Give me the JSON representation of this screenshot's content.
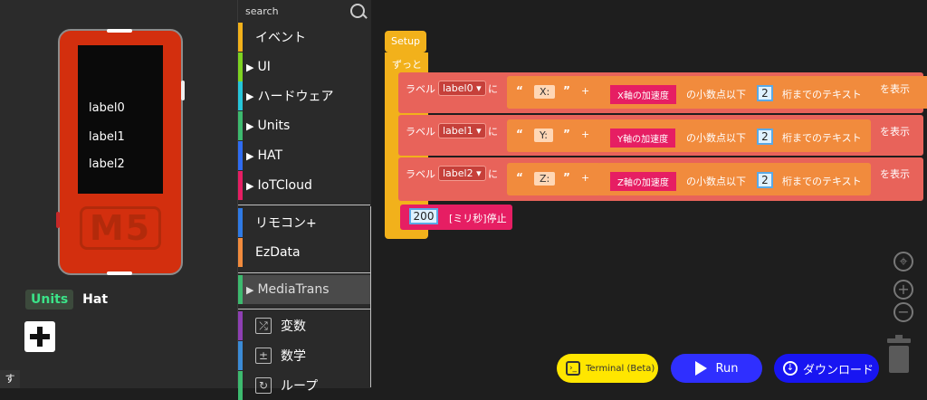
{
  "device": {
    "labels": [
      "label0",
      "label1",
      "label2"
    ],
    "logo_text": "M5"
  },
  "tabs": {
    "units": "Units",
    "hat": "Hat"
  },
  "bottom_left_tip": "す",
  "toolbox": {
    "search_placeholder": "search",
    "categories": [
      {
        "label": "イベント",
        "color": "#f2b11b",
        "arrow": ""
      },
      {
        "label": "UI",
        "color": "#7ed321",
        "arrow": "▶"
      },
      {
        "label": "ハードウェア",
        "color": "#26c6da",
        "arrow": "▶"
      },
      {
        "label": "Units",
        "color": "#3dba6f",
        "arrow": "▶"
      },
      {
        "label": "HAT",
        "color": "#2f6cf2",
        "arrow": "▶"
      },
      {
        "label": "IoTCloud",
        "color": "#e61e63",
        "arrow": "▶"
      },
      {
        "label": "リモコン+",
        "color": "#2f7ae5",
        "arrow": ""
      },
      {
        "label": "EzData",
        "color": "#f18b3d",
        "arrow": ""
      },
      {
        "label": "MediaTrans",
        "color": "#3dba6f",
        "arrow": "▶"
      },
      {
        "label": "変数",
        "color": "#8e3fb3",
        "arrow": ""
      },
      {
        "label": "数学",
        "color": "#3b8bd6",
        "arrow": ""
      },
      {
        "label": "ループ",
        "color": "#3dba6f",
        "arrow": ""
      }
    ]
  },
  "workspace": {
    "setup": "Setup",
    "forever": "ずっと",
    "rows": [
      {
        "prefix": "ラベル",
        "label": "label0",
        "ni": "に",
        "str": "X:",
        "accel": "X軸の加速度",
        "decimal_text": "の小数点以下",
        "num": "2",
        "suffix": "桁までのテキスト",
        "show": "を表示"
      },
      {
        "prefix": "ラベル",
        "label": "label1",
        "ni": "に",
        "str": "Y:",
        "accel": "Y軸の加速度",
        "decimal_text": "の小数点以下",
        "num": "2",
        "suffix": "桁までのテキスト",
        "show": "を表示"
      },
      {
        "prefix": "ラベル",
        "label": "label2",
        "ni": "に",
        "str": "Z:",
        "accel": "Z軸の加速度",
        "decimal_text": "の小数点以下",
        "num": "2",
        "suffix": "桁までのテキスト",
        "show": "を表示"
      }
    ],
    "plus": "+",
    "quote_open": "“",
    "quote_close": "”",
    "wait_value": "200",
    "wait_text": "[ミリ秒]停止"
  },
  "buttons": {
    "terminal": "Terminal (Beta)",
    "run": "Run",
    "download": "ダウンロード"
  },
  "icons": {
    "search": "search-icon",
    "add": "plus-icon",
    "recenter": "crosshair-icon",
    "zoom_in": "zoom-in-icon",
    "zoom_out": "zoom-out-icon",
    "trash": "trash-icon",
    "run": "play-icon",
    "download": "download-icon",
    "terminal": "terminal-icon"
  }
}
